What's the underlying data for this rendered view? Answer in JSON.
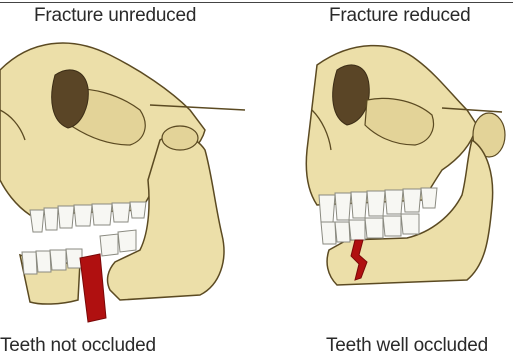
{
  "panels": {
    "left": {
      "title": "Fracture unreduced",
      "caption": "Teeth not occluded"
    },
    "right": {
      "title": "Fracture reduced",
      "caption": "Teeth well occluded"
    }
  },
  "colors": {
    "bone": "#ecdfa9",
    "bone_shadow": "#cdb978",
    "outline": "#5b4a22",
    "tooth": "#f7f7f3",
    "tooth_outline": "#8a8a80",
    "fracture": "#b01010",
    "orbit": "#5a4526"
  }
}
